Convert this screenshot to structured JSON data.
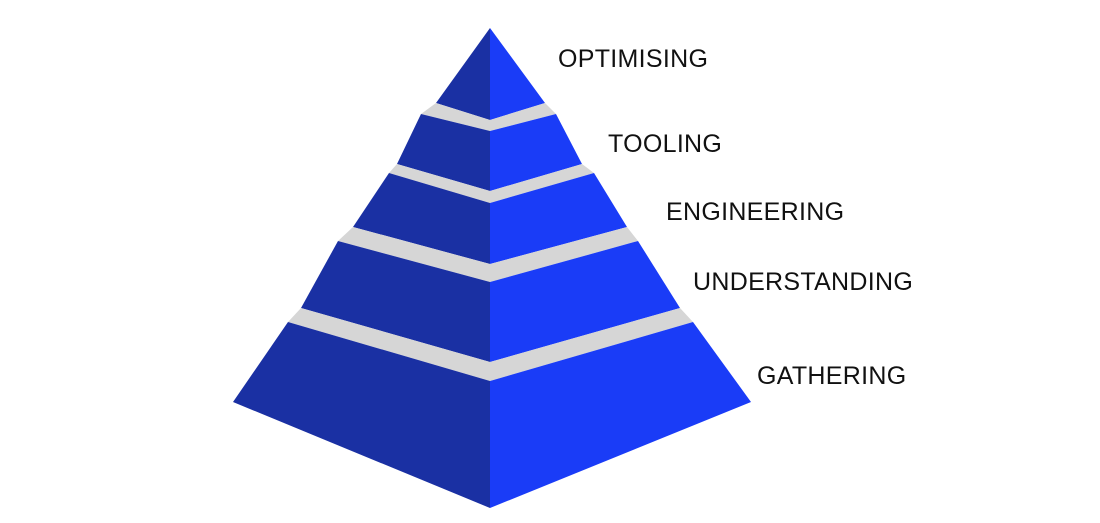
{
  "diagram": {
    "colors": {
      "face_left": "#1a30a3",
      "face_right": "#1a3cf7",
      "separator": "#d6d6d6",
      "label": "#111111"
    },
    "levels": [
      {
        "label": "OPTIMISING"
      },
      {
        "label": "TOOLING"
      },
      {
        "label": "ENGINEERING"
      },
      {
        "label": "UNDERSTANDING"
      },
      {
        "label": "GATHERING"
      }
    ]
  }
}
